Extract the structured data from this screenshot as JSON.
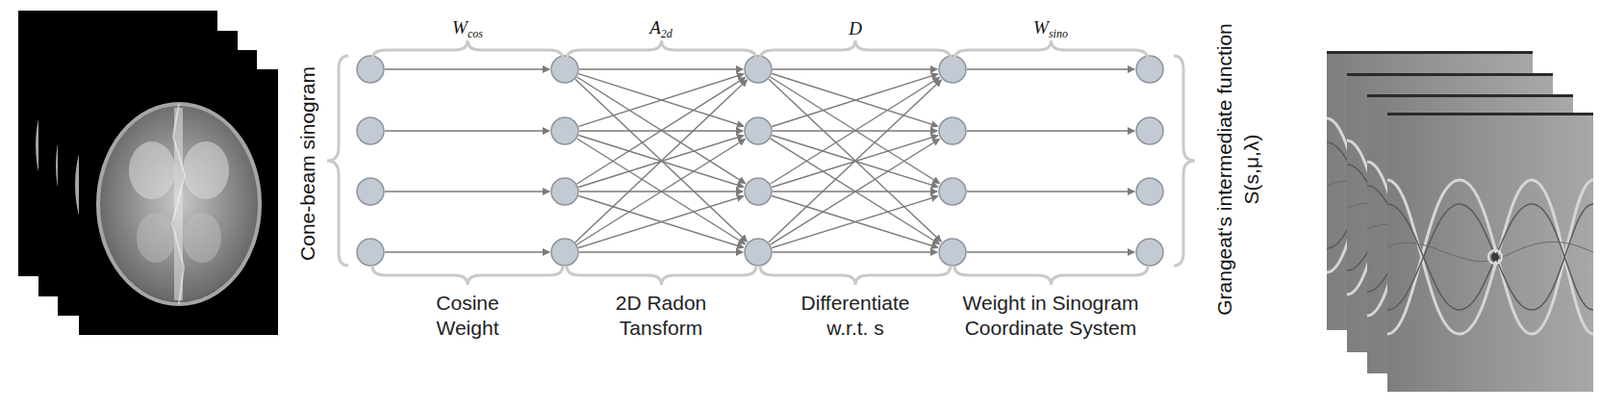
{
  "diagram": {
    "labels": [
      "Cone-beam sinogram",
      "W",
      "cos",
      "A",
      "2d",
      "D",
      "W",
      "sino",
      "Cosine Weight",
      "2D Radon Tansform",
      "Differentiate w.r.t. s",
      "Weight in Sinogram Coordinate System",
      "Grangeat‘s intermediate function",
      "S(s,μ,λ)"
    ]
  }
}
